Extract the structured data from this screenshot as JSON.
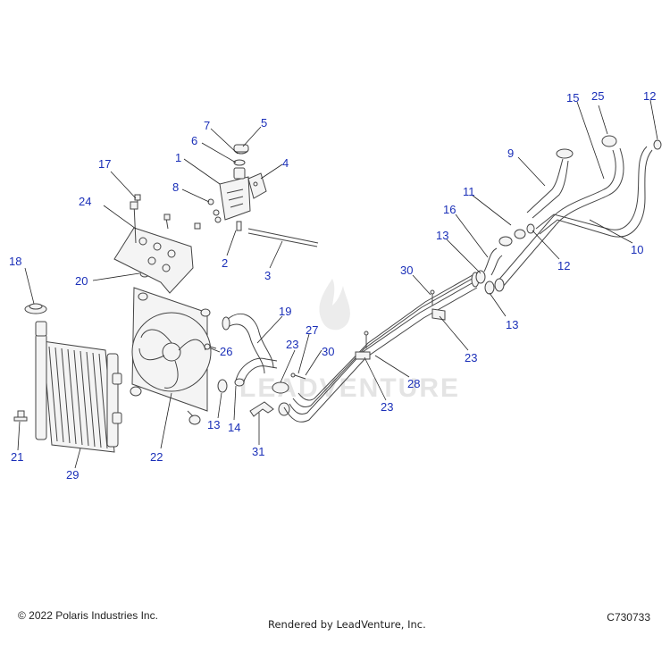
{
  "footer": {
    "copyright": "© 2022 Polaris Industries Inc.",
    "rendered_by": "Rendered by LeadVenture, Inc.",
    "drawing_id": "C730733"
  },
  "watermark": {
    "text": "LEADVENTURE"
  },
  "callouts": [
    {
      "id": "c1",
      "label": "1"
    },
    {
      "id": "c2",
      "label": "2"
    },
    {
      "id": "c3",
      "label": "3"
    },
    {
      "id": "c4",
      "label": "4"
    },
    {
      "id": "c5",
      "label": "5"
    },
    {
      "id": "c6",
      "label": "6"
    },
    {
      "id": "c7",
      "label": "7"
    },
    {
      "id": "c8",
      "label": "8"
    },
    {
      "id": "c9",
      "label": "9"
    },
    {
      "id": "c10",
      "label": "10"
    },
    {
      "id": "c11",
      "label": "11"
    },
    {
      "id": "c12a",
      "label": "12"
    },
    {
      "id": "c12b",
      "label": "12"
    },
    {
      "id": "c13a",
      "label": "13"
    },
    {
      "id": "c13b",
      "label": "13"
    },
    {
      "id": "c13c",
      "label": "13"
    },
    {
      "id": "c14",
      "label": "14"
    },
    {
      "id": "c15",
      "label": "15"
    },
    {
      "id": "c16",
      "label": "16"
    },
    {
      "id": "c17",
      "label": "17"
    },
    {
      "id": "c18",
      "label": "18"
    },
    {
      "id": "c19",
      "label": "19"
    },
    {
      "id": "c20",
      "label": "20"
    },
    {
      "id": "c21",
      "label": "21"
    },
    {
      "id": "c22",
      "label": "22"
    },
    {
      "id": "c23a",
      "label": "23"
    },
    {
      "id": "c23b",
      "label": "23"
    },
    {
      "id": "c23c",
      "label": "23"
    },
    {
      "id": "c24",
      "label": "24"
    },
    {
      "id": "c25",
      "label": "25"
    },
    {
      "id": "c26",
      "label": "26"
    },
    {
      "id": "c27",
      "label": "27"
    },
    {
      "id": "c28",
      "label": "28"
    },
    {
      "id": "c29",
      "label": "29"
    },
    {
      "id": "c30a",
      "label": "30"
    },
    {
      "id": "c30b",
      "label": "30"
    },
    {
      "id": "c31",
      "label": "31"
    }
  ]
}
